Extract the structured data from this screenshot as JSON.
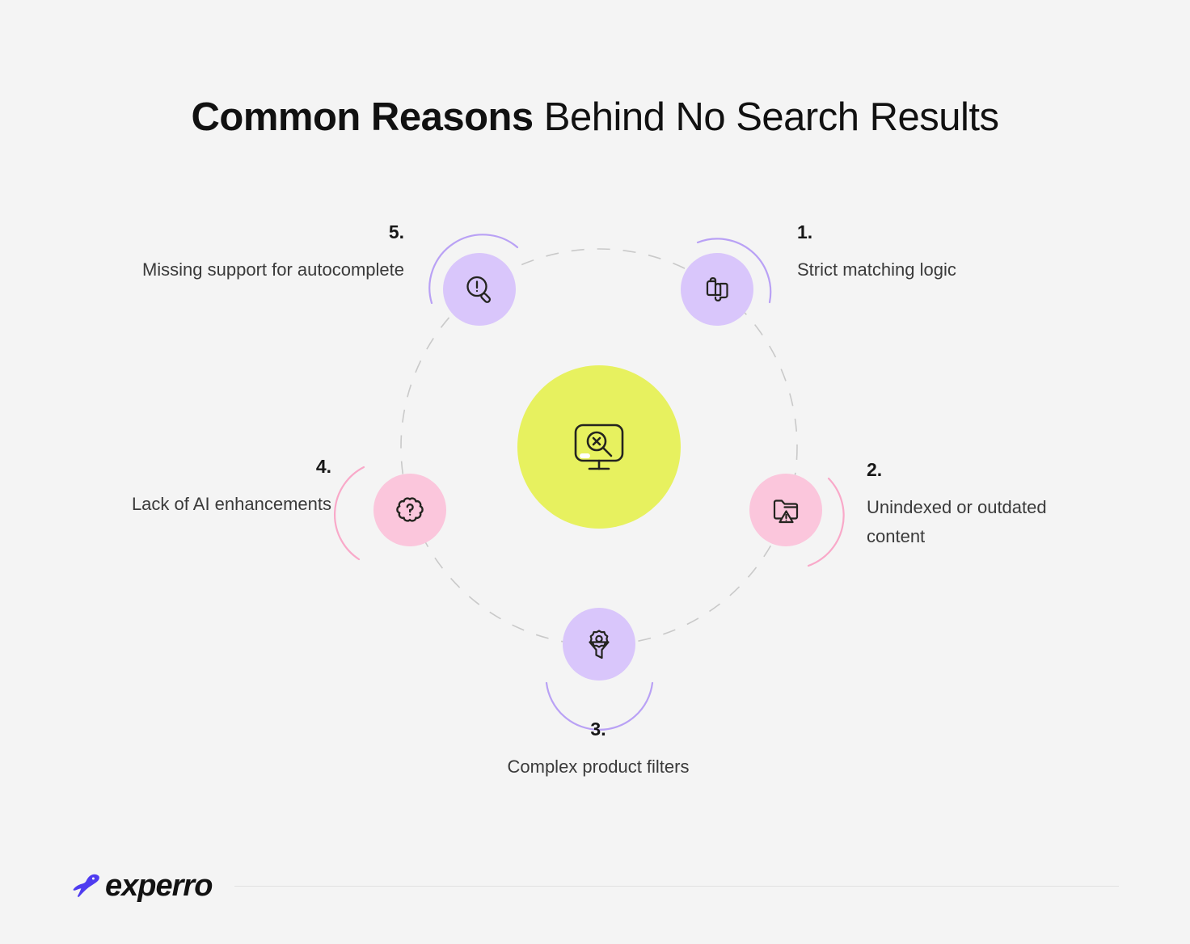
{
  "title": {
    "strong": "Common Reasons",
    "light": " Behind No Search Results"
  },
  "center": {
    "icon": "monitor-no-search-results-icon"
  },
  "colors": {
    "background": "#f4f4f4",
    "center_bubble": "#e7f15f",
    "purple_bubble": "#d9c6fb",
    "pink_bubble": "#fbc6dc",
    "orbit_dash": "#c9c9c9",
    "brand_mark": "#4f3cf0",
    "text": "#3a3a3a",
    "heading": "#111111"
  },
  "nodes": [
    {
      "number": "1.",
      "text": "Strict matching logic",
      "icon": "puzzle-pieces-icon",
      "color": "purple"
    },
    {
      "number": "2.",
      "text": "Unindexed or outdated content",
      "icon": "folder-warning-icon",
      "color": "pink"
    },
    {
      "number": "3.",
      "text": "Complex product filters",
      "icon": "filter-funnel-gear-icon",
      "color": "purple"
    },
    {
      "number": "4.",
      "text": "Lack of AI enhancements",
      "icon": "brain-question-icon",
      "color": "pink"
    },
    {
      "number": "5.",
      "text": "Missing support for autocomplete",
      "icon": "magnifier-alert-icon",
      "color": "purple"
    }
  ],
  "footer": {
    "brand": "experro",
    "mark": "bird-logo-icon"
  }
}
